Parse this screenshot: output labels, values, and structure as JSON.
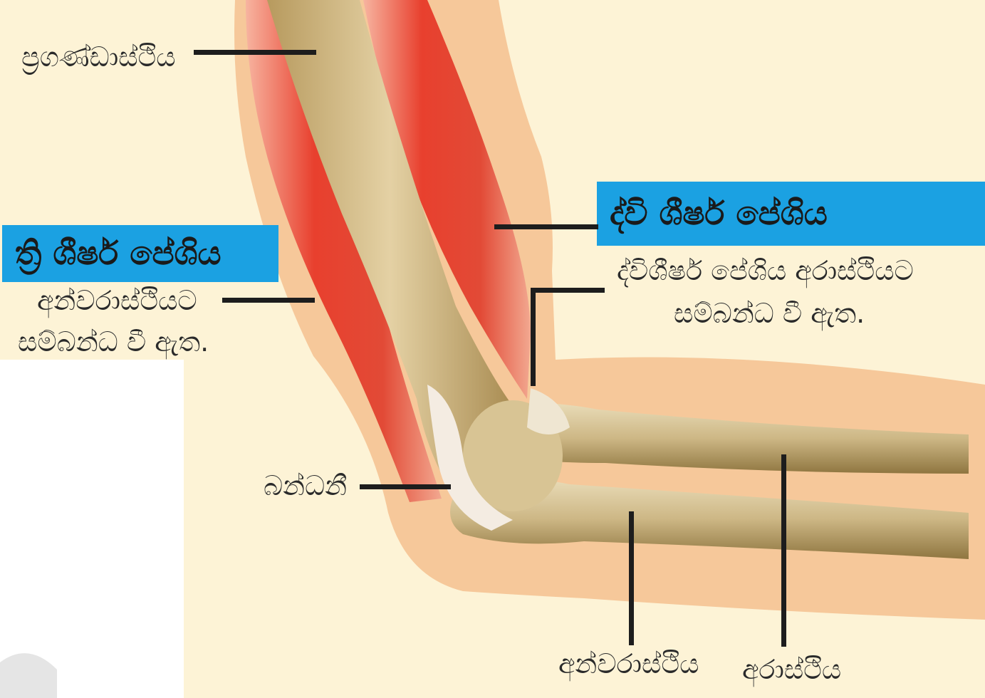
{
  "colors": {
    "background": "#fdf3d6",
    "skin": "#f6c89a",
    "muscle": "#e8402e",
    "bone": "#c9b17a",
    "banner": "#1ba1e2",
    "leader_line": "#1d1d1d"
  },
  "labels": {
    "humerus": "ප්‍රගණ්ඩාස්ථිය",
    "triceps_banner": "ත්‍රි ශීර්ෂ පේශිය",
    "triceps_note_line1": "අන්වරාස්ථියට",
    "triceps_note_line2": "සම්බන්ධ වී ඇත.",
    "biceps_banner": "ද්වි ශීර්ෂ පේශිය",
    "biceps_note_line1": "ද්විශීර්ෂ පේශිය අරාස්ථියට",
    "biceps_note_line2": "සම්බන්ධ වී ඇත.",
    "ligament": "බන්ධනී",
    "ulna": "අන්වරාස්ථිය",
    "radius": "අරාස්ථිය"
  }
}
